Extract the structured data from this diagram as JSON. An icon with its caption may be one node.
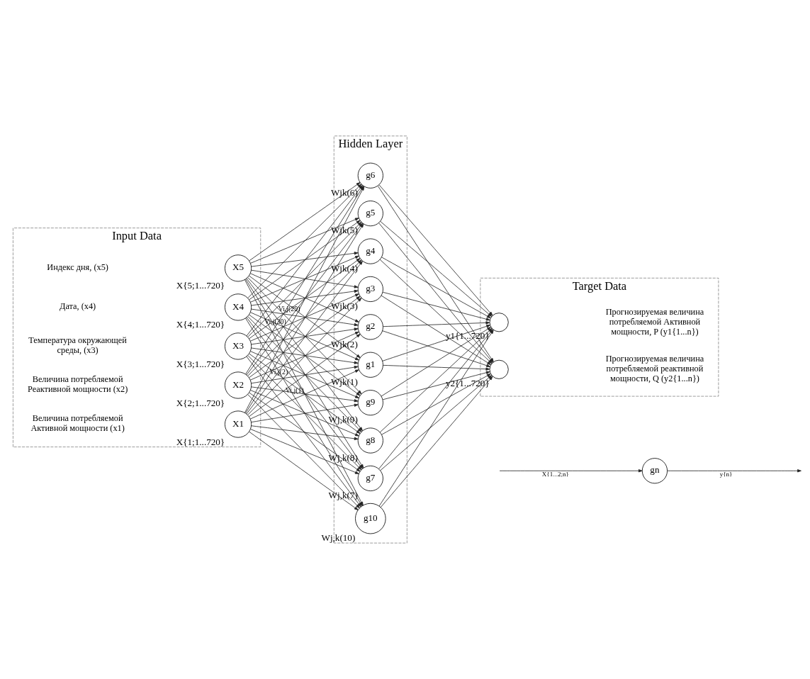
{
  "diagram": {
    "nodes": [
      {
        "text": [
          "Input Data"
        ]
      },
      {
        "text": [
          "X1"
        ],
        "in": 0,
        "beside": [
          "X{1;1...720}"
        ]
      },
      {
        "text": [
          "X2"
        ],
        "in": 0,
        "beside": [
          "X{2;1...720}"
        ]
      },
      {
        "text": [
          "X3"
        ],
        "in": 0,
        "beside": [
          "X{3;1...720}"
        ]
      },
      {
        "text": [
          "X4"
        ],
        "in": 0,
        "beside": [
          "X{4;1...720}"
        ]
      },
      {
        "text": [
          "X5"
        ],
        "in": 0,
        "beside": [
          "X{5;1...720}"
        ]
      },
      {
        "text": [
          "Hidden Layer"
        ]
      },
      {
        "text": [
          "g1"
        ],
        "in": 6,
        "beside": [
          "Wjk(1)"
        ]
      },
      {
        "text": [
          "g2"
        ],
        "in": 6,
        "beside": [
          "Wjk(2)"
        ]
      },
      {
        "text": [
          "g3"
        ],
        "in": 6,
        "beside": [
          "Wjk(3)"
        ]
      },
      {
        "text": [
          "g4"
        ],
        "in": 6,
        "beside": [
          "Wjk(4)"
        ]
      },
      {
        "text": [
          "g5"
        ],
        "in": 6,
        "beside": [
          "Wjk(5)"
        ]
      },
      {
        "text": [
          "g6"
        ],
        "in": 6,
        "beside": [
          "Wjk(6)"
        ]
      },
      {
        "text": [
          "g7"
        ],
        "in": 6,
        "beside": [
          "Wj,k(7)"
        ]
      },
      {
        "text": [
          "g8"
        ],
        "in": 6,
        "beside": [
          "Wj,k(8)"
        ]
      },
      {
        "text": [
          "g9"
        ],
        "in": 6,
        "beside": [
          "Wj,k(9)"
        ]
      },
      {
        "text": [
          "g10"
        ],
        "in": 6,
        "beside": [
          "Wj,k(10)"
        ]
      },
      {
        "text": [
          "Target Data"
        ]
      },
      {
        "text": [],
        "shape": "circle",
        "in": 17,
        "beside": [
          "y1{1...720}"
        ]
      },
      {
        "text": [],
        "shape": "circle",
        "in": 17,
        "beside": [
          "y2{1...720}"
        ]
      },
      {
        "text": [
          "gn"
        ]
      }
    ],
    "edges": [
      {
        "from": 1,
        "to": 7,
        "arrow": "to",
        "label": "Vi,j(1)"
      },
      {
        "from": 1,
        "to": 8,
        "arrow": "to"
      },
      {
        "from": 1,
        "to": 9,
        "arrow": "to",
        "label": "Vi,j(2)"
      },
      {
        "from": 1,
        "to": 10,
        "arrow": "to"
      },
      {
        "from": 1,
        "to": 11,
        "arrow": "to"
      },
      {
        "from": 1,
        "to": 12,
        "arrow": "to"
      },
      {
        "from": 1,
        "to": 13,
        "arrow": "to"
      },
      {
        "from": 1,
        "to": 14,
        "arrow": "to"
      },
      {
        "from": 1,
        "to": 15,
        "arrow": "to"
      },
      {
        "from": 1,
        "to": 16,
        "arrow": "to"
      },
      {
        "from": 2,
        "to": 7,
        "arrow": "to"
      },
      {
        "from": 2,
        "to": 8,
        "arrow": "to"
      },
      {
        "from": 2,
        "to": 9,
        "arrow": "to"
      },
      {
        "from": 2,
        "to": 10,
        "arrow": "to"
      },
      {
        "from": 2,
        "to": 11,
        "arrow": "to"
      },
      {
        "from": 2,
        "to": 12,
        "arrow": "to"
      },
      {
        "from": 2,
        "to": 13,
        "arrow": "to"
      },
      {
        "from": 2,
        "to": 14,
        "arrow": "to"
      },
      {
        "from": 2,
        "to": 15,
        "arrow": "to"
      },
      {
        "from": 2,
        "to": 16,
        "arrow": "to"
      },
      {
        "from": 3,
        "to": 7,
        "arrow": "to"
      },
      {
        "from": 3,
        "to": 8,
        "arrow": "to"
      },
      {
        "from": 3,
        "to": 9,
        "arrow": "to"
      },
      {
        "from": 3,
        "to": 10,
        "arrow": "to"
      },
      {
        "from": 3,
        "to": 11,
        "arrow": "to"
      },
      {
        "from": 3,
        "to": 12,
        "arrow": "to"
      },
      {
        "from": 3,
        "to": 13,
        "arrow": "to"
      },
      {
        "from": 3,
        "to": 14,
        "arrow": "to"
      },
      {
        "from": 3,
        "to": 15,
        "arrow": "to"
      },
      {
        "from": 3,
        "to": 16,
        "arrow": "to"
      },
      {
        "from": 4,
        "to": 7,
        "arrow": "to"
      },
      {
        "from": 4,
        "to": 8,
        "arrow": "to"
      },
      {
        "from": 4,
        "to": 9,
        "arrow": "to"
      },
      {
        "from": 4,
        "to": 10,
        "arrow": "to"
      },
      {
        "from": 4,
        "to": 11,
        "arrow": "to"
      },
      {
        "from": 4,
        "to": 12,
        "arrow": "to"
      },
      {
        "from": 4,
        "to": 13,
        "arrow": "to"
      },
      {
        "from": 4,
        "to": 14,
        "arrow": "to"
      },
      {
        "from": 4,
        "to": 15,
        "arrow": "to"
      },
      {
        "from": 4,
        "to": 16,
        "arrow": "to"
      },
      {
        "from": 5,
        "to": 7,
        "arrow": "to"
      },
      {
        "from": 5,
        "to": 8,
        "arrow": "to"
      },
      {
        "from": 5,
        "to": 9,
        "arrow": "to"
      },
      {
        "from": 5,
        "to": 10,
        "arrow": "to"
      },
      {
        "from": 5,
        "to": 11,
        "arrow": "to"
      },
      {
        "from": 5,
        "to": 12,
        "arrow": "to"
      },
      {
        "from": 5,
        "to": 13,
        "arrow": "to"
      },
      {
        "from": 5,
        "to": 14,
        "arrow": "to"
      },
      {
        "from": 5,
        "to": 15,
        "arrow": "to",
        "label": "Vi,j(29)"
      },
      {
        "from": 5,
        "to": 16,
        "arrow": "to",
        "label": "Vi,j(30)"
      },
      {
        "from": 7,
        "to": 18,
        "arrow": "to"
      },
      {
        "from": 7,
        "to": 19,
        "arrow": "to"
      },
      {
        "from": 8,
        "to": 18,
        "arrow": "to"
      },
      {
        "from": 8,
        "to": 19,
        "arrow": "to"
      },
      {
        "from": 9,
        "to": 18,
        "arrow": "to"
      },
      {
        "from": 9,
        "to": 19,
        "arrow": "to"
      },
      {
        "from": 10,
        "to": 18,
        "arrow": "to"
      },
      {
        "from": 10,
        "to": 19,
        "arrow": "to"
      },
      {
        "from": 11,
        "to": 18,
        "arrow": "to"
      },
      {
        "from": 11,
        "to": 19,
        "arrow": "to"
      },
      {
        "from": 12,
        "to": 18,
        "arrow": "to"
      },
      {
        "from": 12,
        "to": 19,
        "arrow": "to"
      },
      {
        "from": 13,
        "to": 18,
        "arrow": "to"
      },
      {
        "from": 13,
        "to": 19,
        "arrow": "to"
      },
      {
        "from": 14,
        "to": 18,
        "arrow": "to"
      },
      {
        "from": 14,
        "to": 19,
        "arrow": "to"
      },
      {
        "from": 15,
        "to": 18,
        "arrow": "to"
      },
      {
        "from": 15,
        "to": 19,
        "arrow": "to"
      },
      {
        "from": 16,
        "to": 18,
        "arrow": "to"
      },
      {
        "from": 16,
        "to": 19,
        "arrow": "to"
      },
      {
        "from": null,
        "to": 20,
        "arrow": "to",
        "label": "X{1...2;n}"
      },
      {
        "from": 20,
        "to": null,
        "arrow": "to",
        "label": "y{n}"
      }
    ],
    "labels": [
      "Величина потребляемой Активной мощности (x1)",
      "Величина потребляемой Реактивной мощности (x2)",
      "Температура окружающей среды, (x3)",
      "Дата, (x4)",
      "Индекс дня, (x5)",
      "Прогнозируемая величина потребляемой Активной мощности, P (y1{1...n})",
      "Прогнозируемая величина потребляемой реактивной мощности, Q (y2{1...n})"
    ]
  }
}
